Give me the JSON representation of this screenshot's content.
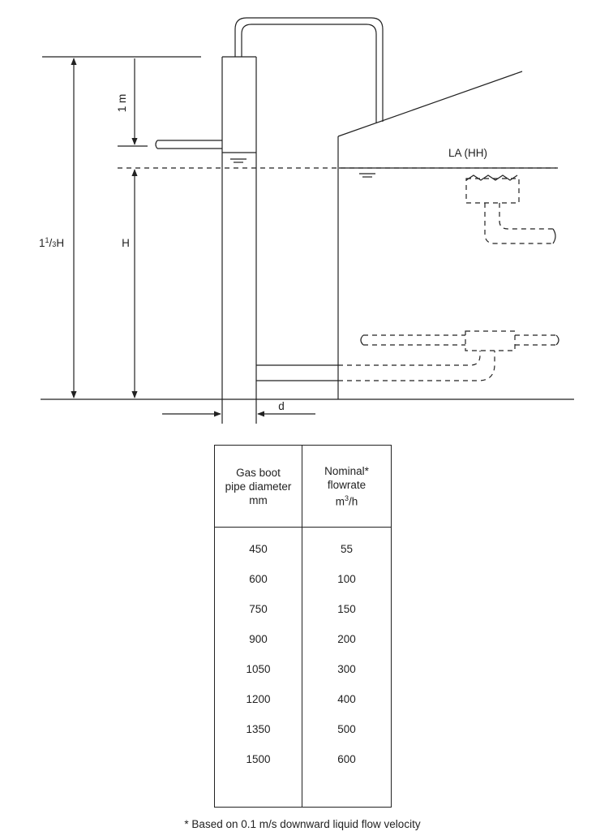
{
  "diagram": {
    "dim_1m": "1 m",
    "dim_H": "H",
    "dim_total": {
      "pre": "1",
      "num": "1",
      "slash": "/",
      "den": "3",
      "post": "H"
    },
    "dim_d": "d",
    "level_label": "LA (HH)"
  },
  "table": {
    "headers": [
      [
        "Gas boot",
        "pipe diameter",
        "mm"
      ],
      [
        "Nominal*",
        "flowrate",
        "m",
        "3",
        "/h"
      ]
    ],
    "rows": [
      [
        "450",
        "55"
      ],
      [
        "600",
        "100"
      ],
      [
        "750",
        "150"
      ],
      [
        "900",
        "200"
      ],
      [
        "1050",
        "300"
      ],
      [
        "1200",
        "400"
      ],
      [
        "1350",
        "500"
      ],
      [
        "1500",
        "600"
      ]
    ]
  },
  "footnote": "* Based on 0.1 m/s downward liquid flow velocity"
}
